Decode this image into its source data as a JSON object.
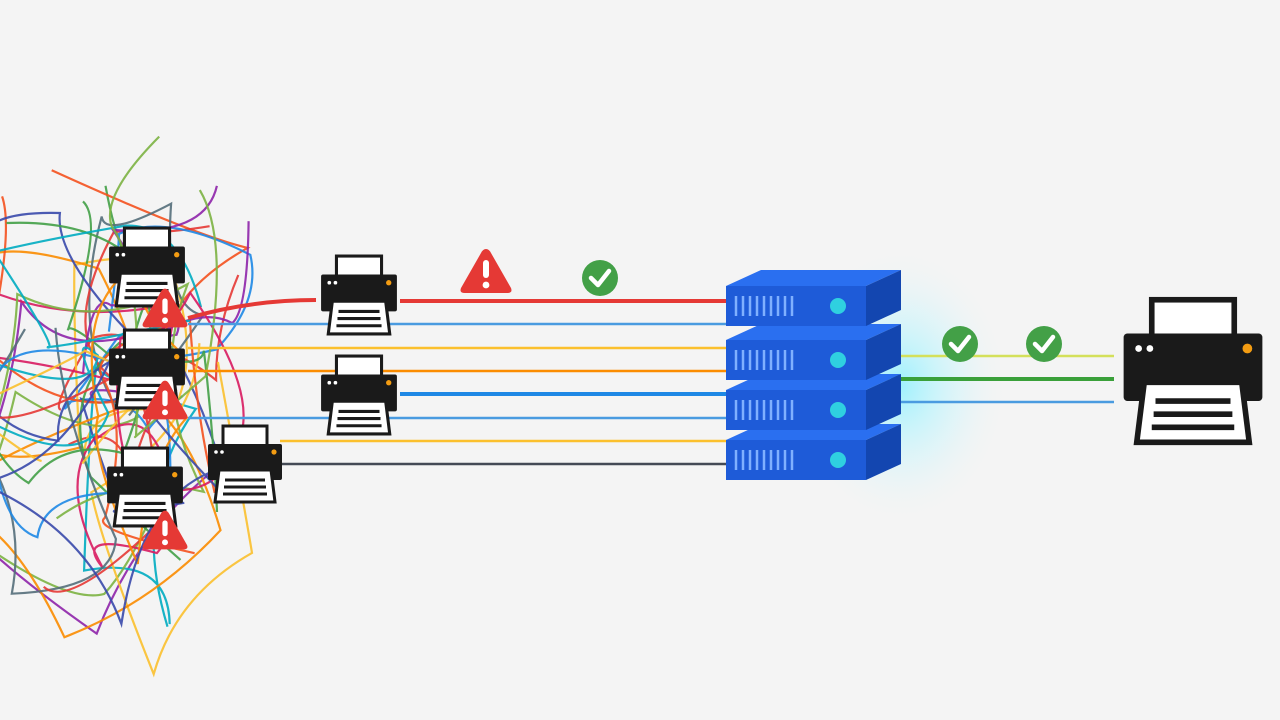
{
  "colors": {
    "background": "#f4f4f4",
    "tangle": [
      "#e53935",
      "#1e88e5",
      "#fbc02d",
      "#43a047",
      "#8e24aa",
      "#fb8c00",
      "#00acc1",
      "#d81b60",
      "#3949ab",
      "#7cb342",
      "#f4511e",
      "#546e7a"
    ],
    "warning": "#e53935",
    "ok": "#43a047",
    "server": "#1e5bd8",
    "server_dark": "#1346b0",
    "server_top": "#2a6ff0",
    "server_led": "#2fd0e0",
    "printer": "#1a1a1a",
    "glow": "#7fe8ff"
  },
  "icons": {
    "printer": "printer-icon",
    "server": "server-stack-icon",
    "warning": "warning-icon",
    "check": "check-circle-icon"
  },
  "diagram": {
    "nodes": [
      {
        "id": "tangle",
        "kind": "tangled-cables"
      },
      {
        "id": "printers-left",
        "kind": "printer",
        "count": 6
      },
      {
        "id": "print-server",
        "kind": "server",
        "units": 4
      },
      {
        "id": "printer-right",
        "kind": "printer",
        "count": 1
      }
    ],
    "line_colors_to_server": [
      "#e53935",
      "#4a9be0",
      "#fbc02d",
      "#fb8c00",
      "#1e88e5",
      "#4a9be0",
      "#fbc02d",
      "#444a55"
    ],
    "line_colors_to_printer": [
      "#d4e05a",
      "#3aa03a",
      "#4a9be0"
    ],
    "warnings": 4,
    "checks": 3
  }
}
